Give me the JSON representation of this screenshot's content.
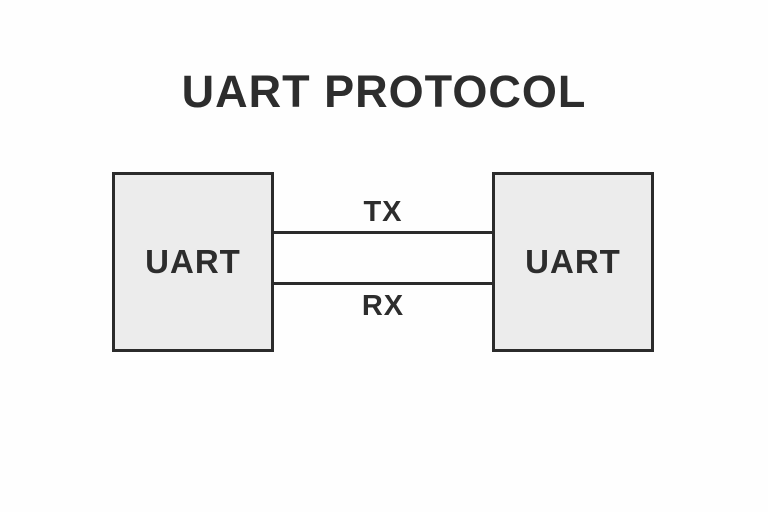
{
  "title": "UART PROTOCOL",
  "boxes": {
    "left": {
      "label": "UART"
    },
    "right": {
      "label": "UART"
    }
  },
  "connections": {
    "tx": {
      "label": "TX"
    },
    "rx": {
      "label": "RX"
    }
  },
  "colors": {
    "background": "#fefefe",
    "box_fill": "#ececec",
    "stroke": "#2b2b2b",
    "text": "#2d2d2d"
  }
}
